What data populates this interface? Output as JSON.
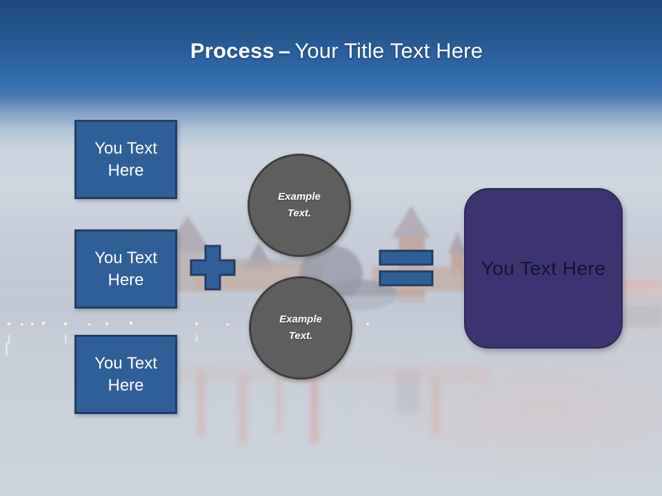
{
  "title": {
    "keyword": "Process",
    "dash": "–",
    "text": "Your Title Text Here"
  },
  "process": {
    "input_boxes": [
      {
        "label": "You Text Here"
      },
      {
        "label": "You Text Here"
      },
      {
        "label": "You Text Here"
      }
    ],
    "plus_operator": "plus",
    "example_circles": [
      {
        "label": "Example Text."
      },
      {
        "label": "Example Text."
      }
    ],
    "equals_operator": "equals",
    "result_box": {
      "label": "You Text Here"
    }
  },
  "colors": {
    "header_blue_top": "#1d4a7d",
    "header_blue_bottom": "#3570ac",
    "shape_blue_fill": "#2f5f97",
    "shape_blue_border": "#1f3e66",
    "circle_gray_fill": "#5e5e5e",
    "circle_gray_border": "#3e3e3e",
    "result_purple_fill": "#3b3470",
    "result_purple_border": "#2c2853",
    "result_text": "#14142e",
    "title_text": "#ffffff"
  }
}
